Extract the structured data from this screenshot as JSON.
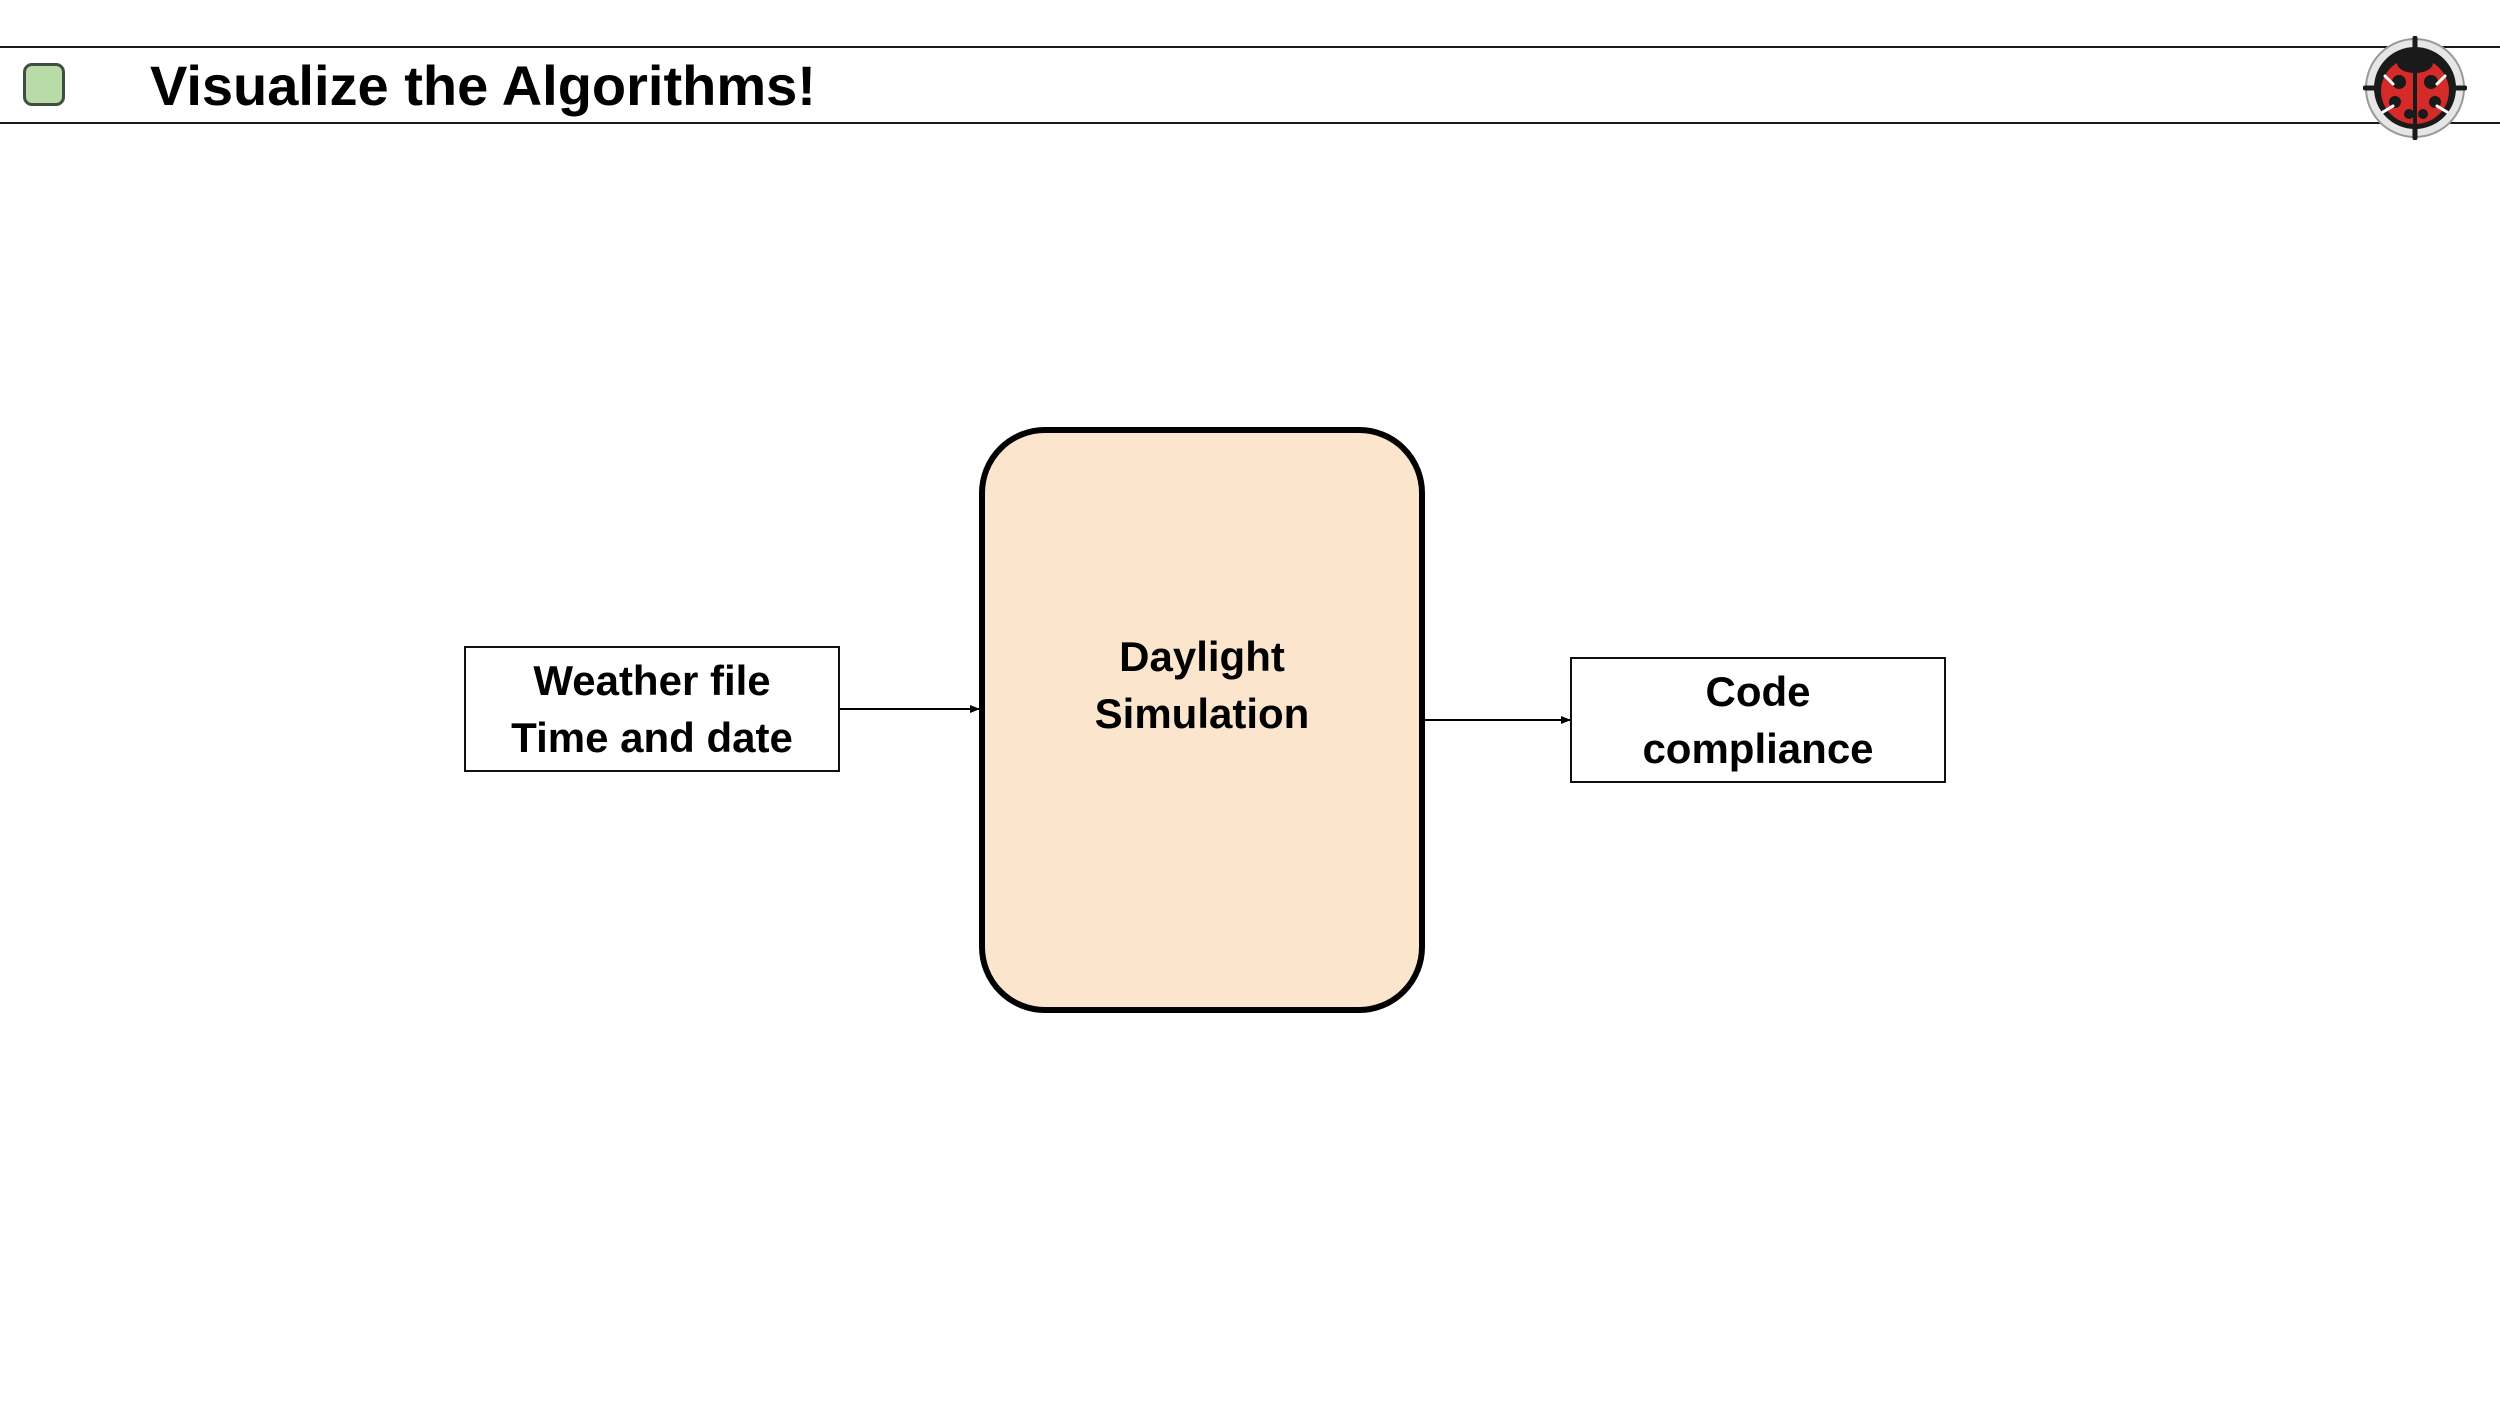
{
  "header": {
    "title": "Visualize the Algorithms!",
    "marker_color": "#b9dba7",
    "logo_icon": "ladybug-logo-icon",
    "logo_color": "#d42a2a"
  },
  "diagram": {
    "input_box": {
      "lines": [
        "Weather file",
        "Time and date"
      ]
    },
    "process_box": {
      "lines": [
        "Daylight",
        "Simulation"
      ],
      "fill": "#fce5cd"
    },
    "output_box": {
      "lines": [
        "Code",
        "compliance"
      ]
    }
  }
}
